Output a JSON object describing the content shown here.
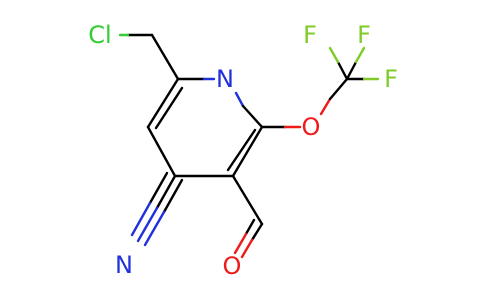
{
  "molecule": {
    "atoms": {
      "chlorine": "Cl",
      "ring_nitrogen": "N",
      "ether_oxygen": "O",
      "fluorine_top_left": "F",
      "fluorine_top_right": "F",
      "fluorine_right": "F",
      "nitrile_nitrogen": "N",
      "aldehyde_oxygen": "O"
    },
    "colors": {
      "chlorine": "#33cc33",
      "nitrogen": "#2030dd",
      "oxygen": "#ee1a1a",
      "fluorine": "#7fcb2a",
      "bond": "#000000"
    }
  }
}
